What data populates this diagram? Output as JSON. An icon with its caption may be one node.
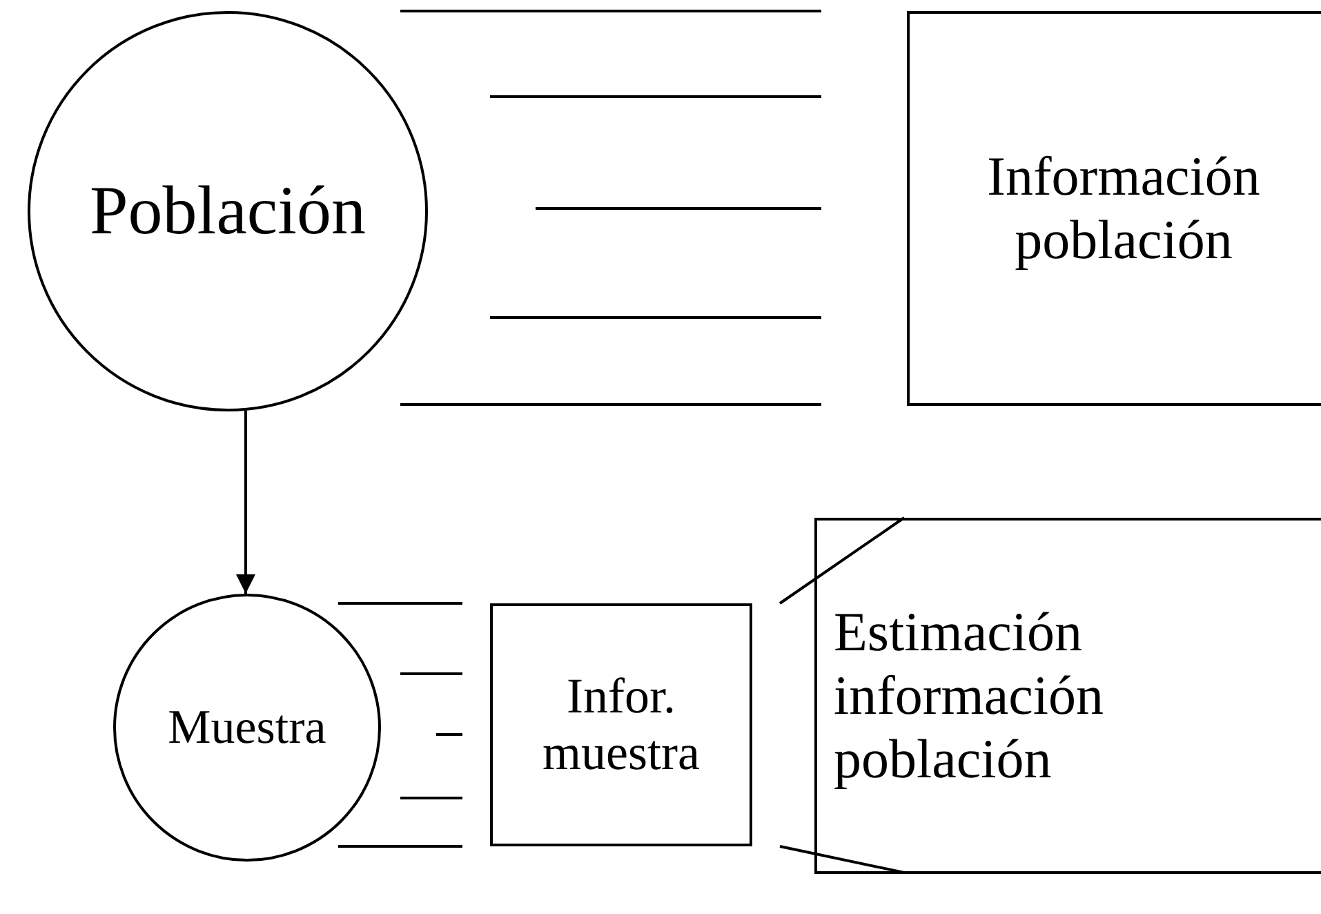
{
  "diagram": {
    "nodes": [
      {
        "text": [
          "Población"
        ]
      },
      {
        "text": [
          "Información población"
        ]
      },
      {
        "text": [
          "Muestra"
        ]
      },
      {
        "text": [
          "Infor. muestra"
        ]
      },
      {
        "text": [
          "Estimación información población"
        ]
      }
    ],
    "edges": [
      {
        "from": 0,
        "to": 2,
        "arrow": "to"
      }
    ]
  }
}
